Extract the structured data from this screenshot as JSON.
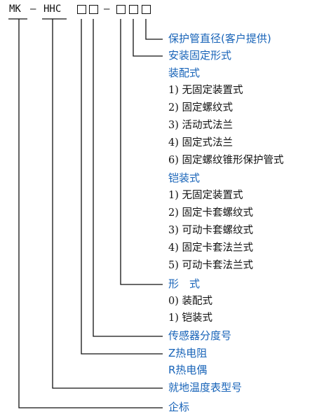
{
  "code": {
    "prefix": "MK",
    "dash1": "–",
    "series": "HHC",
    "dash2": "–",
    "boxes_group1": 2,
    "boxes_group2": 3
  },
  "labels": {
    "diameter": "保护管直径(客户提供)",
    "mount": "安装固定形式",
    "assembled_heading": "装配式",
    "assembled_items": [
      "1) 无固定装置式",
      "2) 固定螺纹式",
      "3) 活动式法兰",
      "4) 固定式法兰",
      "6) 固定螺纹锥形保护管式"
    ],
    "armored_heading": "铠装式",
    "armored_items": [
      "1) 无固定装置式",
      "2) 固定卡套螺纹式",
      "3) 可动卡套螺纹式",
      "4) 固定卡套法兰式",
      "5) 可动卡套法兰式"
    ],
    "form_heading": "形　式",
    "form_items": [
      "0) 装配式",
      "1) 铠装式"
    ],
    "sensor": "传感器分度号",
    "thermistor": "Z热电阻",
    "thermocouple": "R热电偶",
    "model": "就地温度表型号",
    "company": "企标"
  },
  "colors": {
    "label_blue": "#1763b8",
    "line": "#111111"
  }
}
